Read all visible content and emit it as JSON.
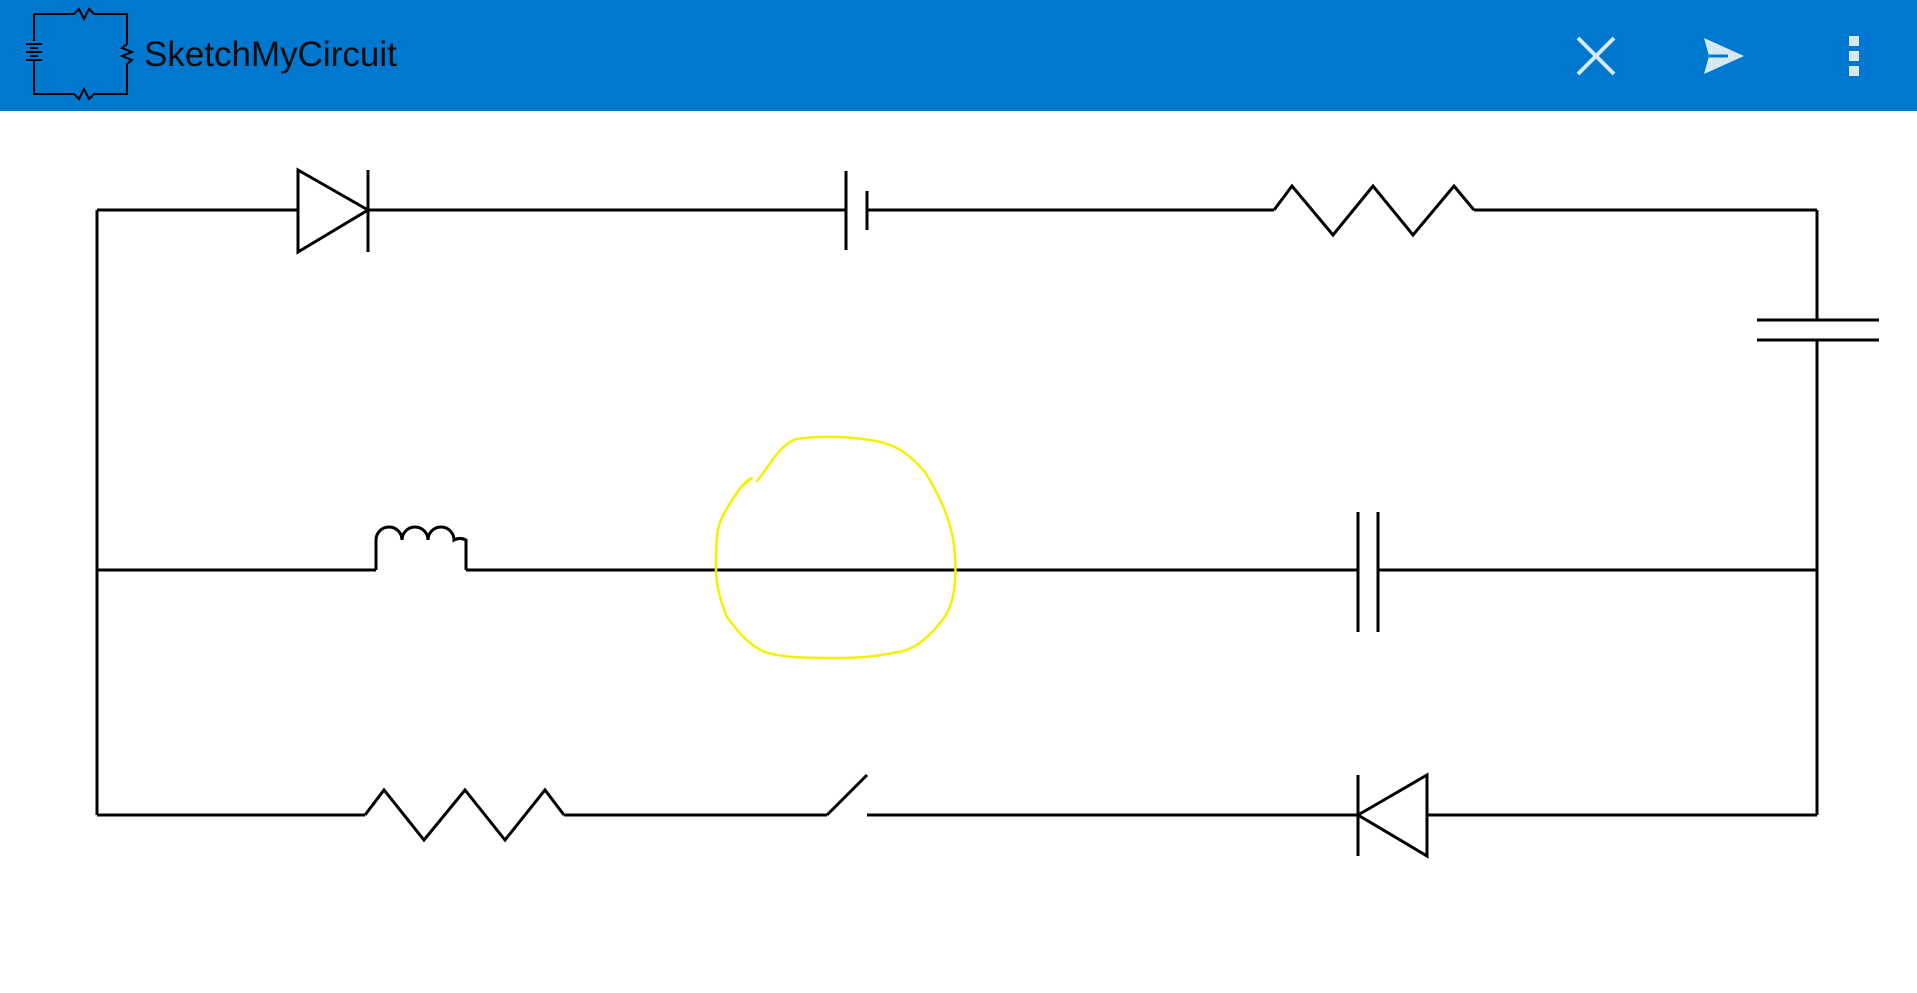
{
  "app": {
    "title": "SketchMyCircuit",
    "colors": {
      "app_bar": "#0078cf",
      "title_text": "#0b0b0b",
      "action_icons": "#d7e8f5",
      "wire": "#000000",
      "highlight": "#f3f000",
      "canvas": "#ffffff"
    }
  },
  "toolbar": {
    "actions": [
      {
        "icon": "close-icon"
      },
      {
        "icon": "send-icon"
      },
      {
        "icon": "more-vert-icon"
      }
    ]
  },
  "canvas": {
    "components": [
      {
        "type": "diode",
        "branch": "top"
      },
      {
        "type": "battery",
        "branch": "top"
      },
      {
        "type": "resistor",
        "branch": "top"
      },
      {
        "type": "capacitor",
        "branch": "right"
      },
      {
        "type": "inductor",
        "branch": "middle"
      },
      {
        "type": "capacitor",
        "branch": "middle"
      },
      {
        "type": "resistor",
        "branch": "bottom"
      },
      {
        "type": "switch",
        "branch": "bottom",
        "state": "open"
      },
      {
        "type": "diode",
        "branch": "bottom"
      }
    ],
    "annotations": [
      {
        "type": "freehand-circle",
        "color": "yellow"
      }
    ]
  }
}
